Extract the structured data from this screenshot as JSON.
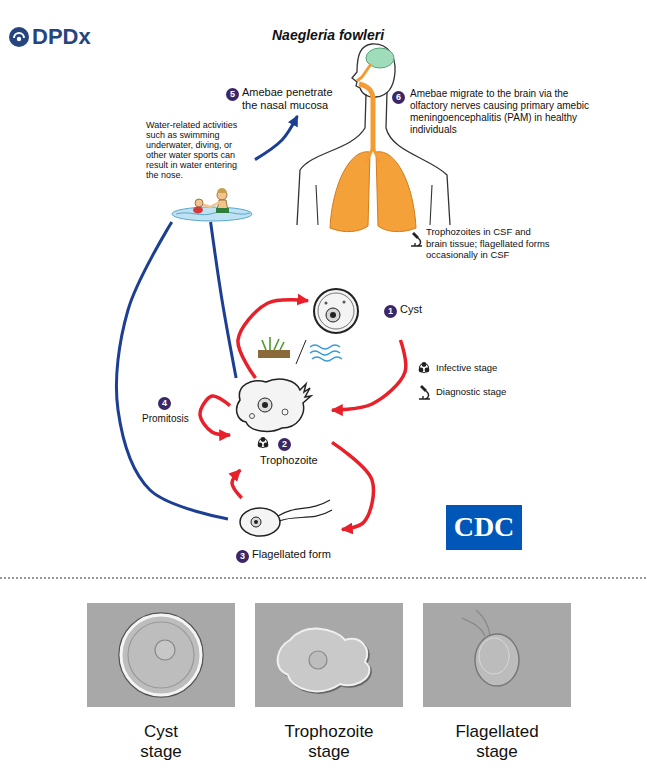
{
  "diagram": {
    "title": "Naegleria fowleri",
    "nodes": [
      {
        "text": [
          "Water-related activities such as swimming underwater, diving, or other water sports can result in water entering the nose."
        ]
      },
      {
        "text": [
          "5",
          "Amebae penetrate the nasal mucosa"
        ]
      },
      {
        "text": [
          "6",
          "Amebae migrate to the brain via the olfactory nerves causing primary amebic meningoencephalitis (PAM) in healthy individuals"
        ]
      },
      {
        "text": [
          "1",
          "Cyst"
        ]
      },
      {
        "text": [
          "2",
          "Trophozoite"
        ]
      },
      {
        "text": [
          "3",
          "Flagellated form"
        ]
      }
    ],
    "edges": [
      {
        "from": 3,
        "to": 4,
        "arrow": "to"
      },
      {
        "from": 4,
        "to": 3,
        "arrow": "to"
      },
      {
        "from": 4,
        "to": 5,
        "arrow": "to"
      },
      {
        "from": 5,
        "to": 4,
        "arrow": "to"
      },
      {
        "from": 4,
        "to": 4,
        "arrow": "to",
        "label": "Promitosis"
      },
      {
        "from": 4,
        "to": 0,
        "arrow": "none"
      },
      {
        "from": 5,
        "to": 0,
        "arrow": "none"
      },
      {
        "from": 0,
        "to": 1,
        "arrow": "to"
      }
    ],
    "labels": [
      "DPDx",
      "4",
      "Trophozoites in CSF and brain tissue; flagellated forms occasionally in CSF",
      "CDC",
      "Cyst stage",
      "Trophozoite stage",
      "Flagellated stage"
    ],
    "legend": [
      {
        "text": "Infective stage"
      },
      {
        "text": "Diagnostic stage"
      }
    ]
  }
}
